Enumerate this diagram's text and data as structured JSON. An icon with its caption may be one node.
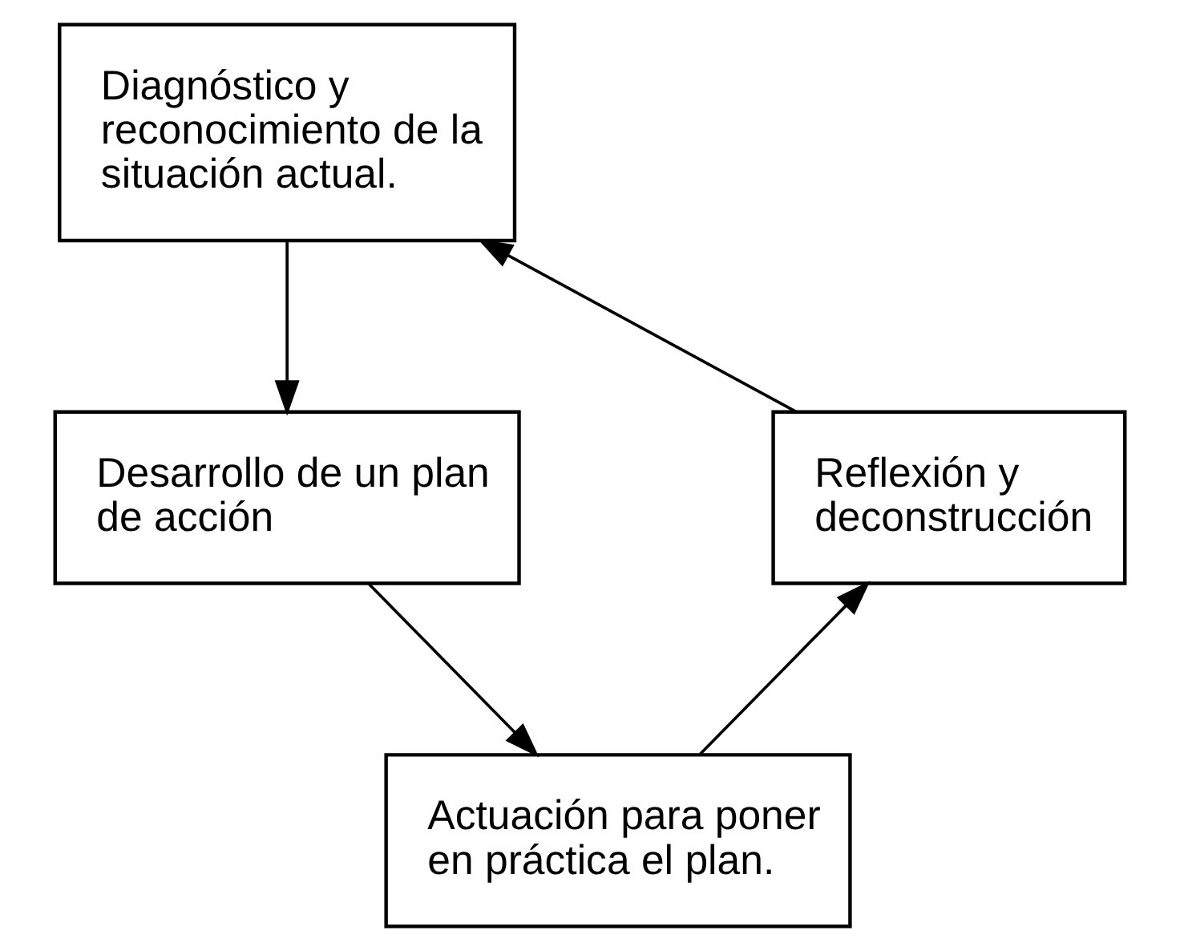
{
  "diagram": {
    "nodes": [
      {
        "text": [
          "Diagnóstico y reconocimiento de la situación actual."
        ]
      },
      {
        "text": [
          "Desarrollo de un plan de acción"
        ]
      },
      {
        "text": [
          "Actuación para poner en práctica el plan."
        ]
      },
      {
        "text": [
          "Reflexión y deconstrucción"
        ]
      }
    ],
    "edges": [
      {
        "from": 0,
        "to": 1,
        "arrow": "to"
      },
      {
        "from": 1,
        "to": 2,
        "arrow": "to"
      },
      {
        "from": 2,
        "to": 3,
        "arrow": "to"
      },
      {
        "from": 3,
        "to": 0,
        "arrow": "to"
      }
    ]
  }
}
